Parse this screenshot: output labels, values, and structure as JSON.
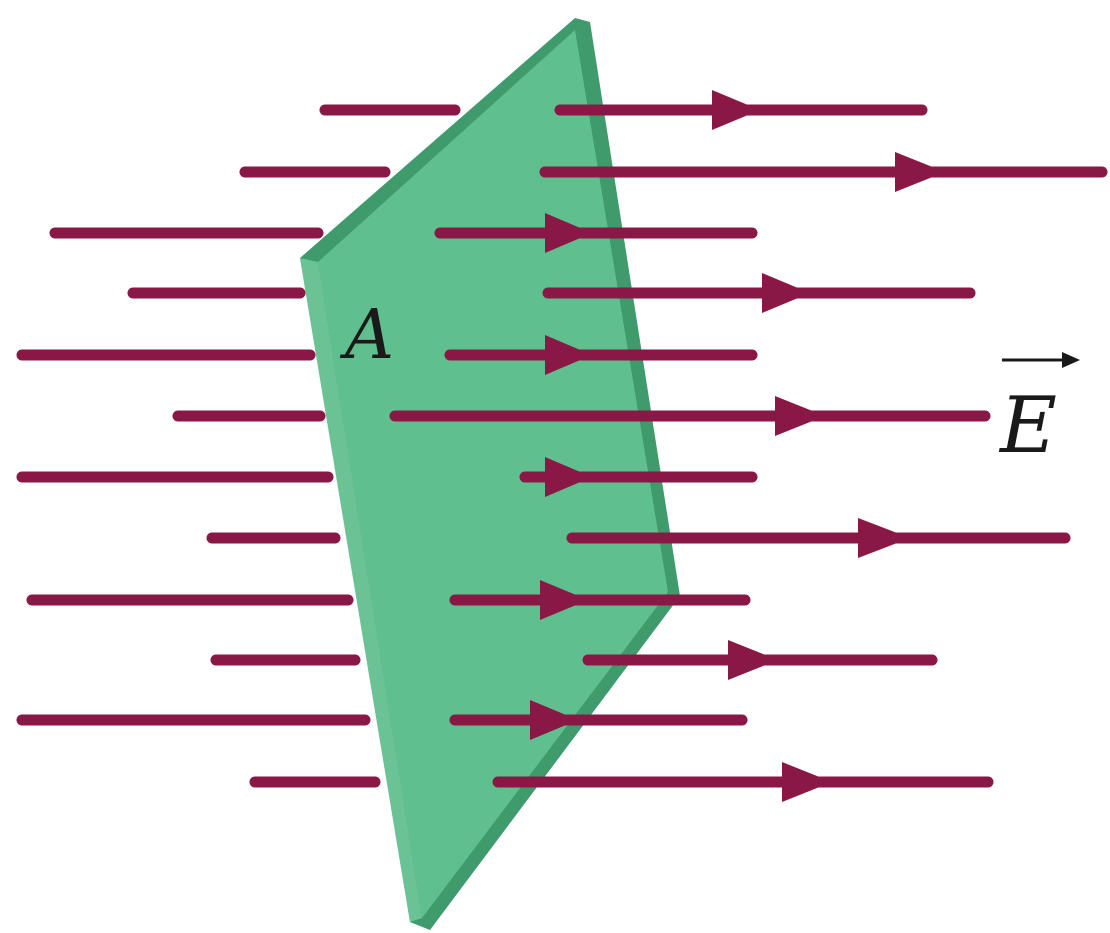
{
  "diagram": {
    "surface_label": "A",
    "field_label": "E",
    "field_has_vector_arrow": true,
    "colors": {
      "field_line": "#8a1846",
      "surface_face": "#5fbf8f",
      "surface_edge": "#3f9a6c",
      "label": "#1a1a1a"
    },
    "field_line_count": 12,
    "field_direction": "right"
  }
}
